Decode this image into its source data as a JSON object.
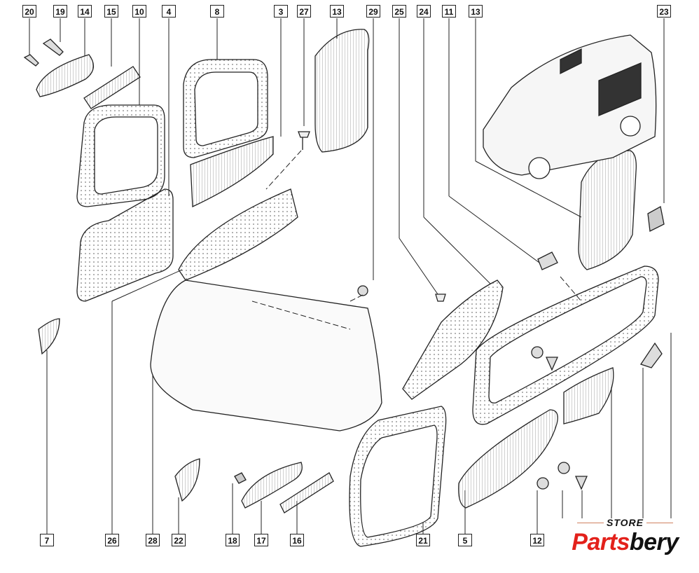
{
  "top_labels": [
    "20",
    "19",
    "14",
    "15",
    "10",
    "4",
    "8",
    "3",
    "27",
    "13",
    "29",
    "25",
    "24",
    "11",
    "13",
    "23"
  ],
  "bottom_labels": [
    "7",
    "26",
    "28",
    "22",
    "18",
    "17",
    "16",
    "21",
    "5",
    "12"
  ],
  "logo": {
    "store": "STORE",
    "brand_red": "Parts",
    "brand_black": "bery"
  },
  "colors": {
    "brand_red": "#e3211b",
    "line": "#222222"
  }
}
